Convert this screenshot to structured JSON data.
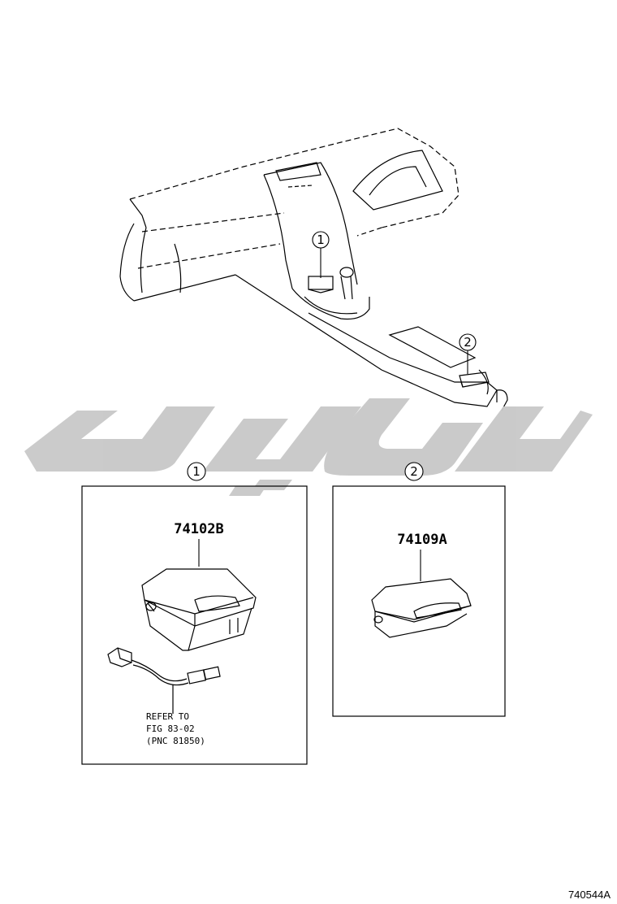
{
  "callouts": {
    "c1": "1",
    "c2": "2"
  },
  "boxes": {
    "box1": {
      "label": "1",
      "part_number": "74102B",
      "note": [
        "REFER TO",
        "FIG 83-02",
        "(PNC 81850)"
      ]
    },
    "box2": {
      "label": "2",
      "part_number": "74109A"
    }
  },
  "figure_id": "740544A",
  "watermark_color": "#c8c8c8"
}
